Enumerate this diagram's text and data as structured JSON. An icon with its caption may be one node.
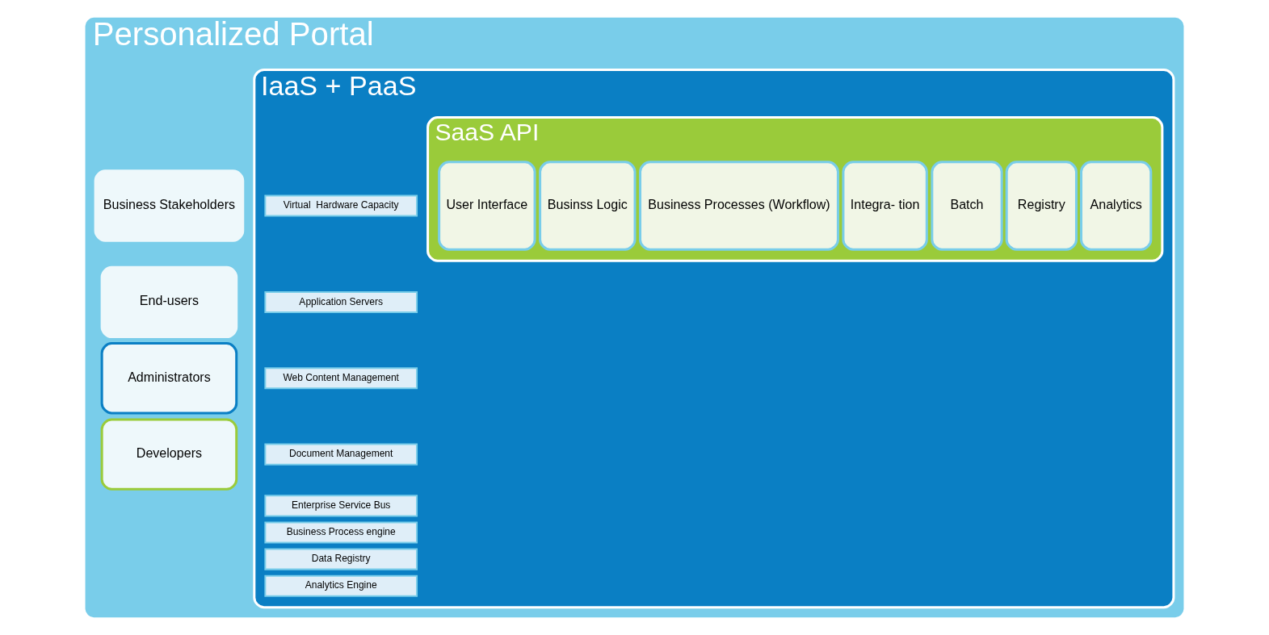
{
  "diagram": {
    "nodes": [
      {
        "text": [
          "Personalized Portal"
        ]
      },
      {
        "text": [
          "Business Stakeholders"
        ],
        "in": 0
      },
      {
        "text": [
          "End-users"
        ],
        "in": 0
      },
      {
        "text": [
          "Administrators"
        ],
        "in": 0
      },
      {
        "text": [
          "Developers"
        ],
        "in": 0
      },
      {
        "text": [
          "IaaS + PaaS"
        ],
        "in": 0
      },
      {
        "text": [
          "Virtual  Hardware Capacity"
        ],
        "in": 5
      },
      {
        "text": [
          "Application Servers"
        ],
        "in": 5
      },
      {
        "text": [
          "Web Content Management"
        ],
        "in": 5
      },
      {
        "text": [
          "Document Management"
        ],
        "in": 5
      },
      {
        "text": [
          "Enterprise Service Bus"
        ],
        "in": 5
      },
      {
        "text": [
          "Business Process engine"
        ],
        "in": 5
      },
      {
        "text": [
          "Data Registry"
        ],
        "in": 5
      },
      {
        "text": [
          "Analytics Engine"
        ],
        "in": 5
      },
      {
        "text": [
          "SaaS API"
        ],
        "in": 5
      },
      {
        "text": [
          "User Interface"
        ],
        "in": 14
      },
      {
        "text": [
          "Businss Logic"
        ],
        "in": 14
      },
      {
        "text": [
          "Business Processes (Workflow)"
        ],
        "in": 14
      },
      {
        "text": [
          "Integra- tion"
        ],
        "in": 14
      },
      {
        "text": [
          "Batch"
        ],
        "in": 14
      },
      {
        "text": [
          "Registry"
        ],
        "in": 14
      },
      {
        "text": [
          "Analytics"
        ],
        "in": 14
      }
    ],
    "edges": []
  }
}
